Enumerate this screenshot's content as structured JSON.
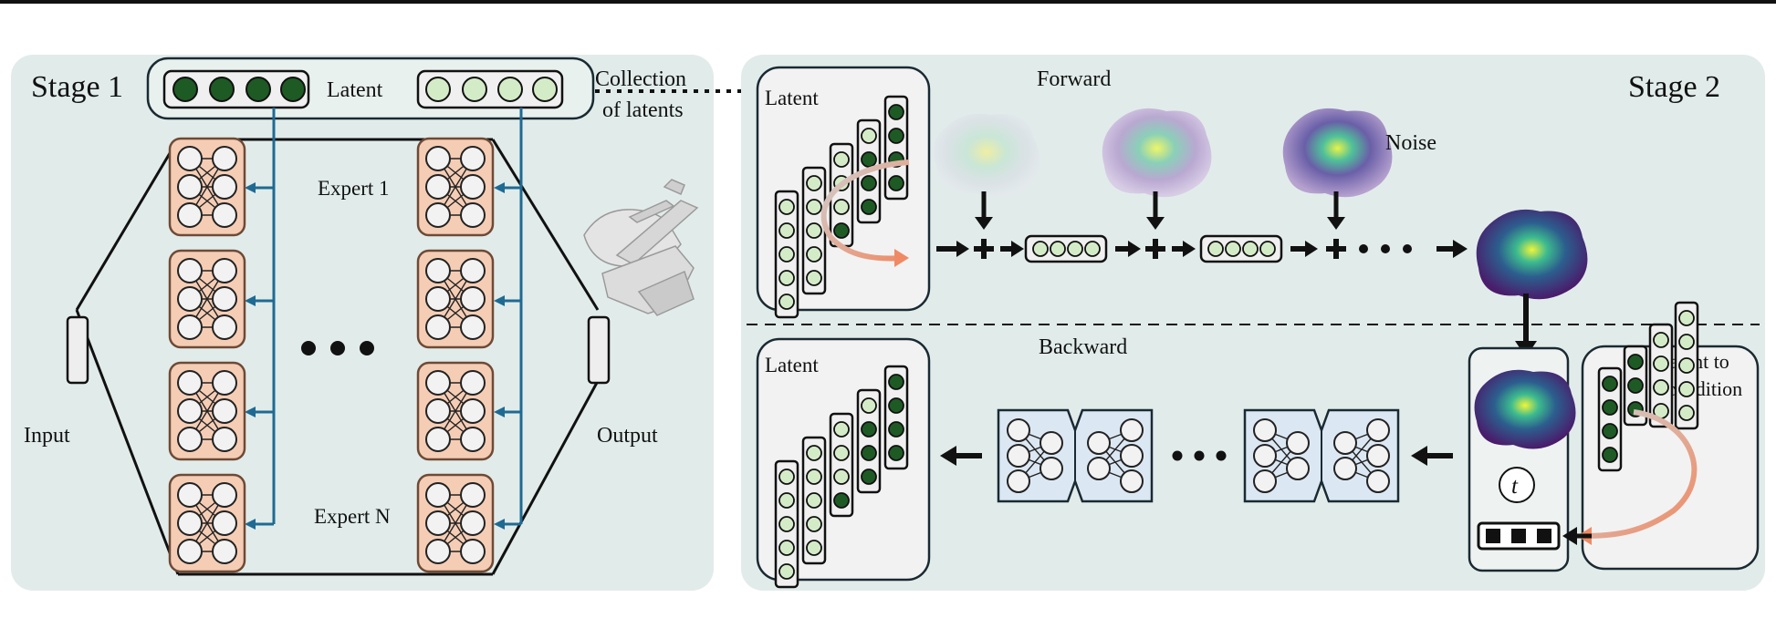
{
  "stage1": {
    "title": "Stage 1",
    "latent_label": "Latent",
    "input_label": "Input",
    "output_label": "Output",
    "expert_first": "Expert 1",
    "expert_last": "Expert N",
    "collection_line1": "Collection",
    "collection_line2": "of latents"
  },
  "stage2": {
    "title": "Stage 2",
    "forward_label": "Forward",
    "backward_label": "Backward",
    "latent_label": "Latent",
    "noise_label": "Noise",
    "condition_line1": "Latent to",
    "condition_line2": "condition",
    "timestep_symbol": "t"
  },
  "colors": {
    "panel_bg": "#e1ecea",
    "expert_fill": "#f5cdb5",
    "expert_stroke": "#6e4a36",
    "arrow_blue": "#1f6a93",
    "latent_dark": "#1e5a24",
    "latent_light": "#d3ecc7",
    "unet_fill": "#dbe8f3",
    "curve_arrow": "#f0a07c"
  }
}
